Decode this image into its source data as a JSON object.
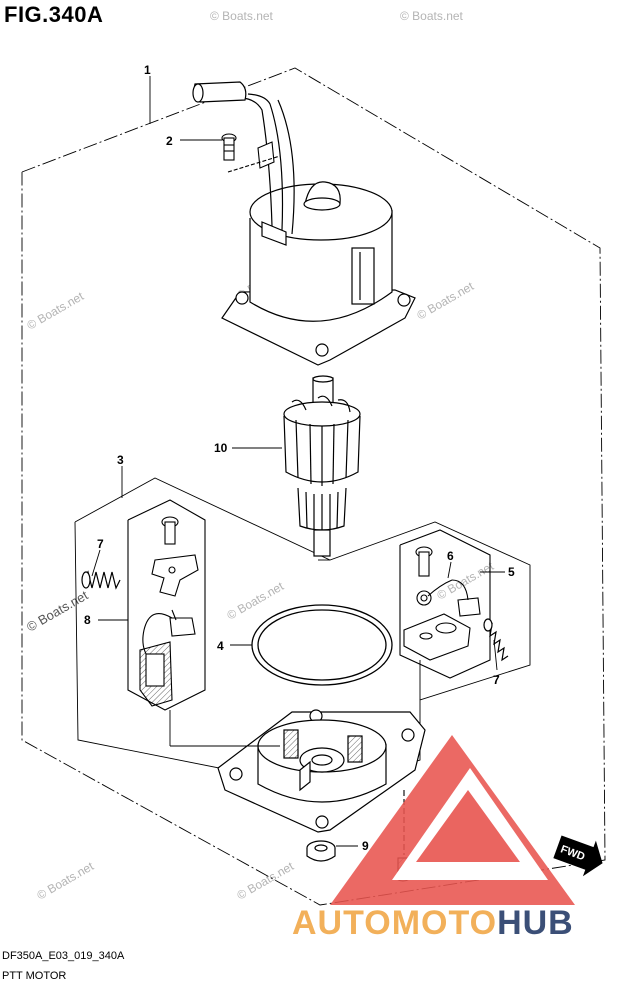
{
  "figure": {
    "title": "FIG.340A",
    "code": "DF350A_E03_019_340A",
    "subtitle": "PTT MOTOR"
  },
  "callouts": [
    {
      "id": "1",
      "label": "1"
    },
    {
      "id": "2a",
      "label": "2"
    },
    {
      "id": "10",
      "label": "10"
    },
    {
      "id": "3",
      "label": "3"
    },
    {
      "id": "7a",
      "label": "7"
    },
    {
      "id": "8",
      "label": "8"
    },
    {
      "id": "4",
      "label": "4"
    },
    {
      "id": "6",
      "label": "6"
    },
    {
      "id": "5",
      "label": "5"
    },
    {
      "id": "7b",
      "label": "7"
    },
    {
      "id": "9",
      "label": "9"
    },
    {
      "id": "2b",
      "label": "2"
    }
  ],
  "watermark": {
    "text": "© Boats.net"
  },
  "fwd_badge": {
    "text": "FWD"
  },
  "brand": {
    "part1": "AUTOMOTO",
    "part2": "HUB",
    "accent": "#e8544f"
  }
}
